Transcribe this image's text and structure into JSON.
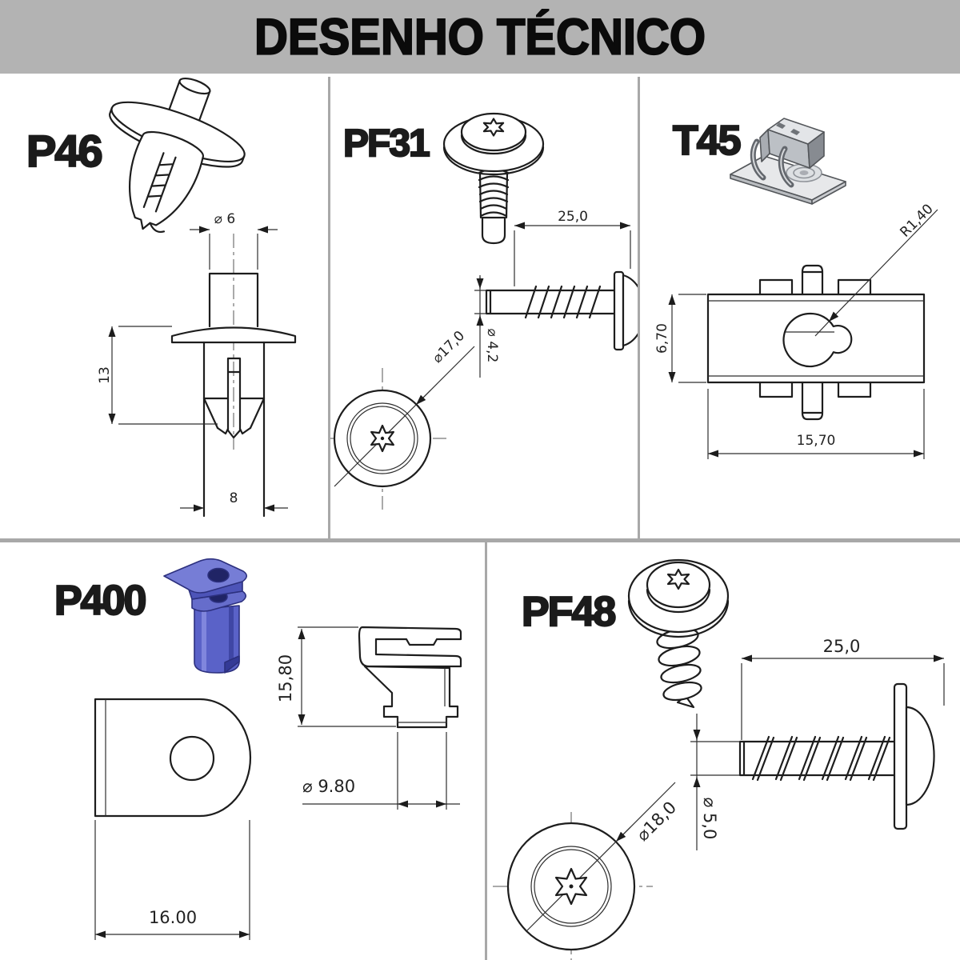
{
  "header": {
    "title": "DESENHO TÉCNICO"
  },
  "colors": {
    "header_bg": "#b3b3b3",
    "divider_gray": "#a8a8a8",
    "line_ink": "#1d1d1d",
    "p400_blue": "#5a62c8",
    "t45_metal_gray": "#c7cacd"
  },
  "parts": {
    "p46": {
      "label": "P46",
      "dim_diameter": "⌀ 6",
      "dim_length": "13",
      "dim_width": "8"
    },
    "pf31": {
      "label": "PF31",
      "dim_length": "25,0",
      "dim_shaft_diameter": "⌀ 4,2",
      "dim_head_diameter": "⌀17,0"
    },
    "t45": {
      "label": "T45",
      "dim_radius": "R1,40",
      "dim_height": "6,70",
      "dim_width": "15,70"
    },
    "p400": {
      "label": "P400",
      "dim_height": "15,80",
      "dim_diameter": "⌀ 9.80",
      "dim_width": "16.00"
    },
    "pf48": {
      "label": "PF48",
      "dim_length": "25,0",
      "dim_head_diameter": "⌀18,0",
      "dim_shaft_diameter": "⌀ 5,0"
    }
  }
}
